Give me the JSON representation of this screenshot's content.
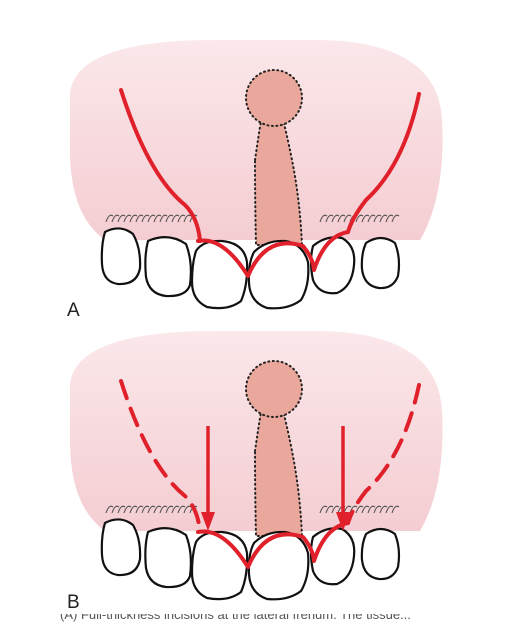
{
  "figure": {
    "panels": [
      {
        "label": "A",
        "incision": "solid",
        "arrows": false
      },
      {
        "label": "B",
        "incision": "dashed",
        "arrows": true
      }
    ],
    "caption_fragment": "(A) Full-thickness incisions at the lateral frenum. The tissue..."
  },
  "colors": {
    "lip": "#f6d3d6",
    "frenum": "#eaa79b",
    "incision": "#e0202a",
    "tooth_outline": "#111111",
    "tooth_fill": "#ffffff"
  }
}
